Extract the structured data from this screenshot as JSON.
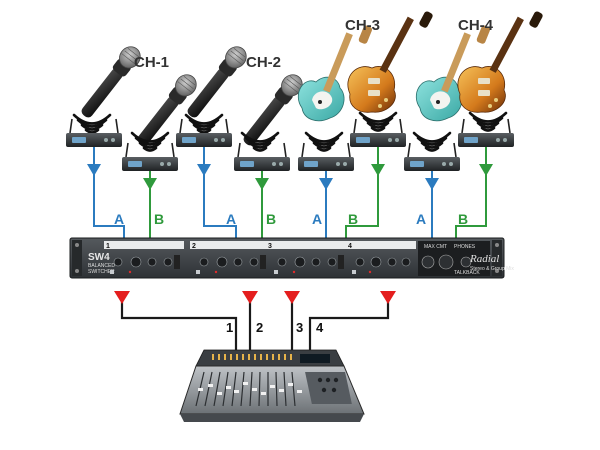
{
  "channels": [
    {
      "label": "CH-1",
      "source": "wireless microphones",
      "input_a": "A",
      "input_b": "B",
      "output": "1"
    },
    {
      "label": "CH-2",
      "source": "wireless microphones",
      "input_a": "A",
      "input_b": "B",
      "output": "2"
    },
    {
      "label": "CH-3",
      "source": "wireless guitars",
      "input_a": "A",
      "input_b": "B",
      "output": "3"
    },
    {
      "label": "CH-4",
      "source": "wireless guitars",
      "input_a": "A",
      "input_b": "B",
      "output": "4"
    }
  ],
  "switcher": {
    "model": "SW4",
    "subtitle_1": "BALANCED",
    "subtitle_2": "SWITCHER",
    "slot_numbers": [
      "1",
      "2",
      "3",
      "4"
    ],
    "section_1": "MAX CMT",
    "section_2": "PHONES",
    "section_3": "TALKBACK",
    "brand": "Radial",
    "brand_sub": "Stereo & Group Mix"
  },
  "colors": {
    "input_a": "#2b7bbf",
    "input_b": "#2f9a3c",
    "output": "#e41e1e",
    "rack": "#3c4043",
    "cable": "#1a1a1a"
  },
  "icons": [
    "wireless-microphone-icon",
    "electric-guitar-icon",
    "wireless-receiver-icon",
    "rack-switcher-icon",
    "mixing-console-icon",
    "signal-waves-icon"
  ]
}
